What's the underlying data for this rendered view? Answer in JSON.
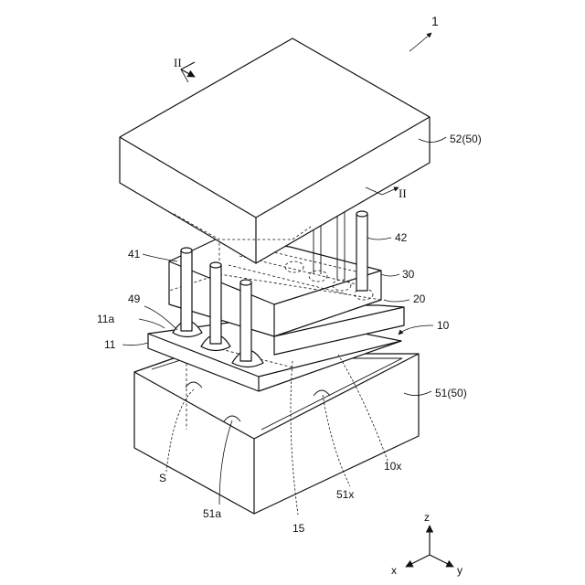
{
  "figure": {
    "number": "1",
    "labels": {
      "lid": "52(50)",
      "base": "51(50)",
      "module": "10",
      "cover_block": "30",
      "board_20": "20",
      "pins_41": "41",
      "pins_42": "42",
      "solder": "49",
      "board_edge": "11a",
      "board": "11",
      "chamber": "S",
      "recess": "51a",
      "recess_x": "51x",
      "channel": "10x",
      "ref_15": "15"
    },
    "section_marks": {
      "upper": "II",
      "lower": "II"
    },
    "axes": {
      "z": "z",
      "x": "x",
      "y": "y"
    }
  }
}
